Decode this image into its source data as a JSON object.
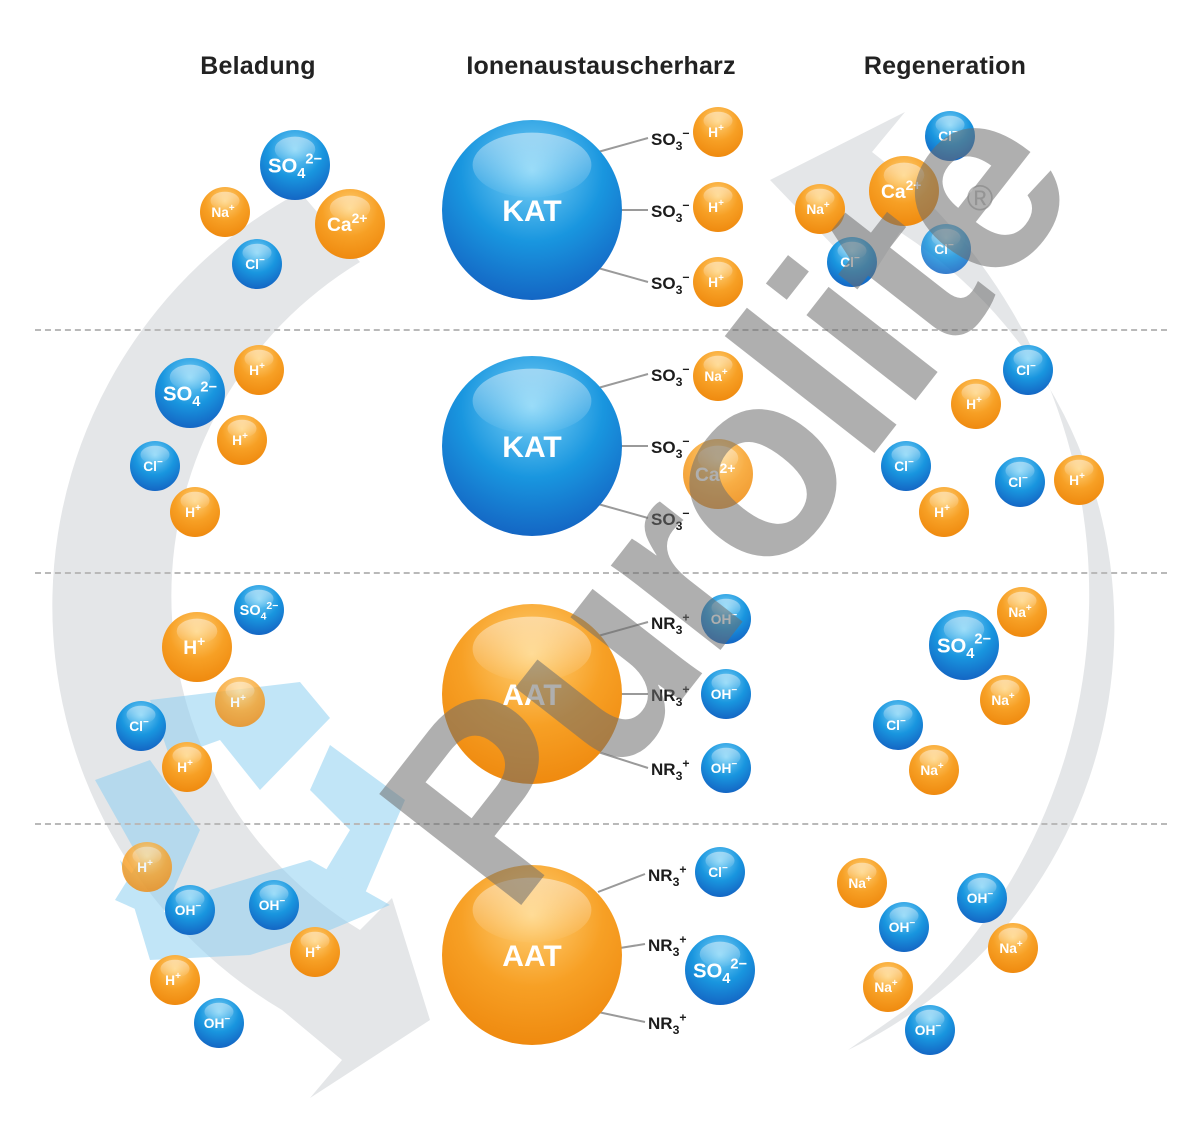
{
  "headers": {
    "loading": "Beladung",
    "resin": "Ionenaustauscherharz",
    "regeneration": "Regeneration"
  },
  "watermark": {
    "text": "Purolite",
    "registered_mark": "®"
  },
  "colors": {
    "cation_orange": "#f7941d",
    "anion_blue": "#1a7fd6",
    "kat_blue": "#1a9ce0",
    "aat_orange": "#f79d1f",
    "arrow_gray": "#e4e6e8",
    "recycle_blue": "#bfe3f6",
    "divider": "#b9b9b9"
  },
  "resin_beads": [
    {
      "label": "KAT",
      "color": "blue",
      "groups": [
        {
          "base": "SO",
          "sub": "3",
          "sup": "-"
        },
        {
          "base": "SO",
          "sub": "3",
          "sup": "-"
        },
        {
          "base": "SO",
          "sub": "3",
          "sup": "-"
        }
      ]
    },
    {
      "label": "KAT",
      "color": "blue",
      "groups": [
        {
          "base": "SO",
          "sub": "3",
          "sup": "-"
        },
        {
          "base": "SO",
          "sub": "3",
          "sup": "-"
        },
        {
          "base": "SO",
          "sub": "3",
          "sup": "-"
        }
      ]
    },
    {
      "label": "AAT",
      "color": "orange",
      "groups": [
        {
          "base": "NR",
          "sub": "3",
          "sup": "+"
        },
        {
          "base": "NR",
          "sub": "3",
          "sup": "+"
        },
        {
          "base": "NR",
          "sub": "3",
          "sup": "+"
        }
      ]
    },
    {
      "label": "AAT",
      "color": "orange",
      "groups": [
        {
          "base": "NR",
          "sub": "3",
          "sup": "+"
        },
        {
          "base": "NR",
          "sub": "3",
          "sup": "+"
        },
        {
          "base": "NR",
          "sub": "3",
          "sup": "+"
        }
      ]
    }
  ],
  "ions": {
    "loading": [
      {
        "base": "SO",
        "sub": "4",
        "sup": "2-",
        "color": "blue"
      },
      {
        "base": "Na",
        "sub": "",
        "sup": "+",
        "color": "orange"
      },
      {
        "base": "Ca",
        "sub": "",
        "sup": "2+",
        "color": "orange"
      },
      {
        "base": "Cl",
        "sub": "",
        "sup": "-",
        "color": "blue"
      },
      {
        "base": "SO",
        "sub": "4",
        "sup": "2-",
        "color": "blue"
      },
      {
        "base": "H",
        "sub": "",
        "sup": "+",
        "color": "orange"
      },
      {
        "base": "H",
        "sub": "",
        "sup": "+",
        "color": "orange"
      },
      {
        "base": "Cl",
        "sub": "",
        "sup": "-",
        "color": "blue"
      },
      {
        "base": "H",
        "sub": "",
        "sup": "+",
        "color": "orange"
      },
      {
        "base": "H",
        "sub": "",
        "sup": "+",
        "color": "orange"
      },
      {
        "base": "SO",
        "sub": "4",
        "sup": "2-",
        "color": "blue"
      },
      {
        "base": "H",
        "sub": "",
        "sup": "+",
        "color": "orange"
      },
      {
        "base": "Cl",
        "sub": "",
        "sup": "-",
        "color": "blue"
      },
      {
        "base": "H",
        "sub": "",
        "sup": "+",
        "color": "orange"
      },
      {
        "base": "H",
        "sub": "",
        "sup": "+",
        "color": "orange"
      },
      {
        "base": "OH",
        "sub": "",
        "sup": "-",
        "color": "blue"
      },
      {
        "base": "OH",
        "sub": "",
        "sup": "-",
        "color": "blue"
      },
      {
        "base": "H",
        "sub": "",
        "sup": "+",
        "color": "orange"
      },
      {
        "base": "H",
        "sub": "",
        "sup": "+",
        "color": "orange"
      },
      {
        "base": "OH",
        "sub": "",
        "sup": "-",
        "color": "blue"
      }
    ],
    "bound": [
      {
        "base": "H",
        "sub": "",
        "sup": "+",
        "color": "orange"
      },
      {
        "base": "H",
        "sub": "",
        "sup": "+",
        "color": "orange"
      },
      {
        "base": "H",
        "sub": "",
        "sup": "+",
        "color": "orange"
      },
      {
        "base": "Na",
        "sub": "",
        "sup": "+",
        "color": "orange"
      },
      {
        "base": "Ca",
        "sub": "",
        "sup": "2+",
        "color": "orange"
      },
      {
        "base": "OH",
        "sub": "",
        "sup": "-",
        "color": "blue"
      },
      {
        "base": "OH",
        "sub": "",
        "sup": "-",
        "color": "blue"
      },
      {
        "base": "OH",
        "sub": "",
        "sup": "-",
        "color": "blue"
      },
      {
        "base": "Cl",
        "sub": "",
        "sup": "-",
        "color": "blue"
      },
      {
        "base": "SO",
        "sub": "4",
        "sup": "2-",
        "color": "blue"
      }
    ],
    "regeneration": [
      {
        "base": "Cl",
        "sub": "",
        "sup": "-",
        "color": "blue"
      },
      {
        "base": "Na",
        "sub": "",
        "sup": "+",
        "color": "orange"
      },
      {
        "base": "Ca",
        "sub": "",
        "sup": "2+",
        "color": "orange"
      },
      {
        "base": "Cl",
        "sub": "",
        "sup": "-",
        "color": "blue"
      },
      {
        "base": "Cl",
        "sub": "",
        "sup": "-",
        "color": "blue"
      },
      {
        "base": "Cl",
        "sub": "",
        "sup": "-",
        "color": "blue"
      },
      {
        "base": "H",
        "sub": "",
        "sup": "+",
        "color": "orange"
      },
      {
        "base": "Cl",
        "sub": "",
        "sup": "-",
        "color": "blue"
      },
      {
        "base": "Cl",
        "sub": "",
        "sup": "-",
        "color": "blue"
      },
      {
        "base": "H",
        "sub": "",
        "sup": "+",
        "color": "orange"
      },
      {
        "base": "H",
        "sub": "",
        "sup": "+",
        "color": "orange"
      },
      {
        "base": "Na",
        "sub": "",
        "sup": "+",
        "color": "orange"
      },
      {
        "base": "SO",
        "sub": "4",
        "sup": "2-",
        "color": "blue"
      },
      {
        "base": "Na",
        "sub": "",
        "sup": "+",
        "color": "orange"
      },
      {
        "base": "Cl",
        "sub": "",
        "sup": "-",
        "color": "blue"
      },
      {
        "base": "Na",
        "sub": "",
        "sup": "+",
        "color": "orange"
      },
      {
        "base": "Na",
        "sub": "",
        "sup": "+",
        "color": "orange"
      },
      {
        "base": "OH",
        "sub": "",
        "sup": "-",
        "color": "blue"
      },
      {
        "base": "OH",
        "sub": "",
        "sup": "-",
        "color": "blue"
      },
      {
        "base": "Na",
        "sub": "",
        "sup": "+",
        "color": "orange"
      },
      {
        "base": "Na",
        "sub": "",
        "sup": "+",
        "color": "orange"
      },
      {
        "base": "OH",
        "sub": "",
        "sup": "-",
        "color": "blue"
      }
    ]
  }
}
